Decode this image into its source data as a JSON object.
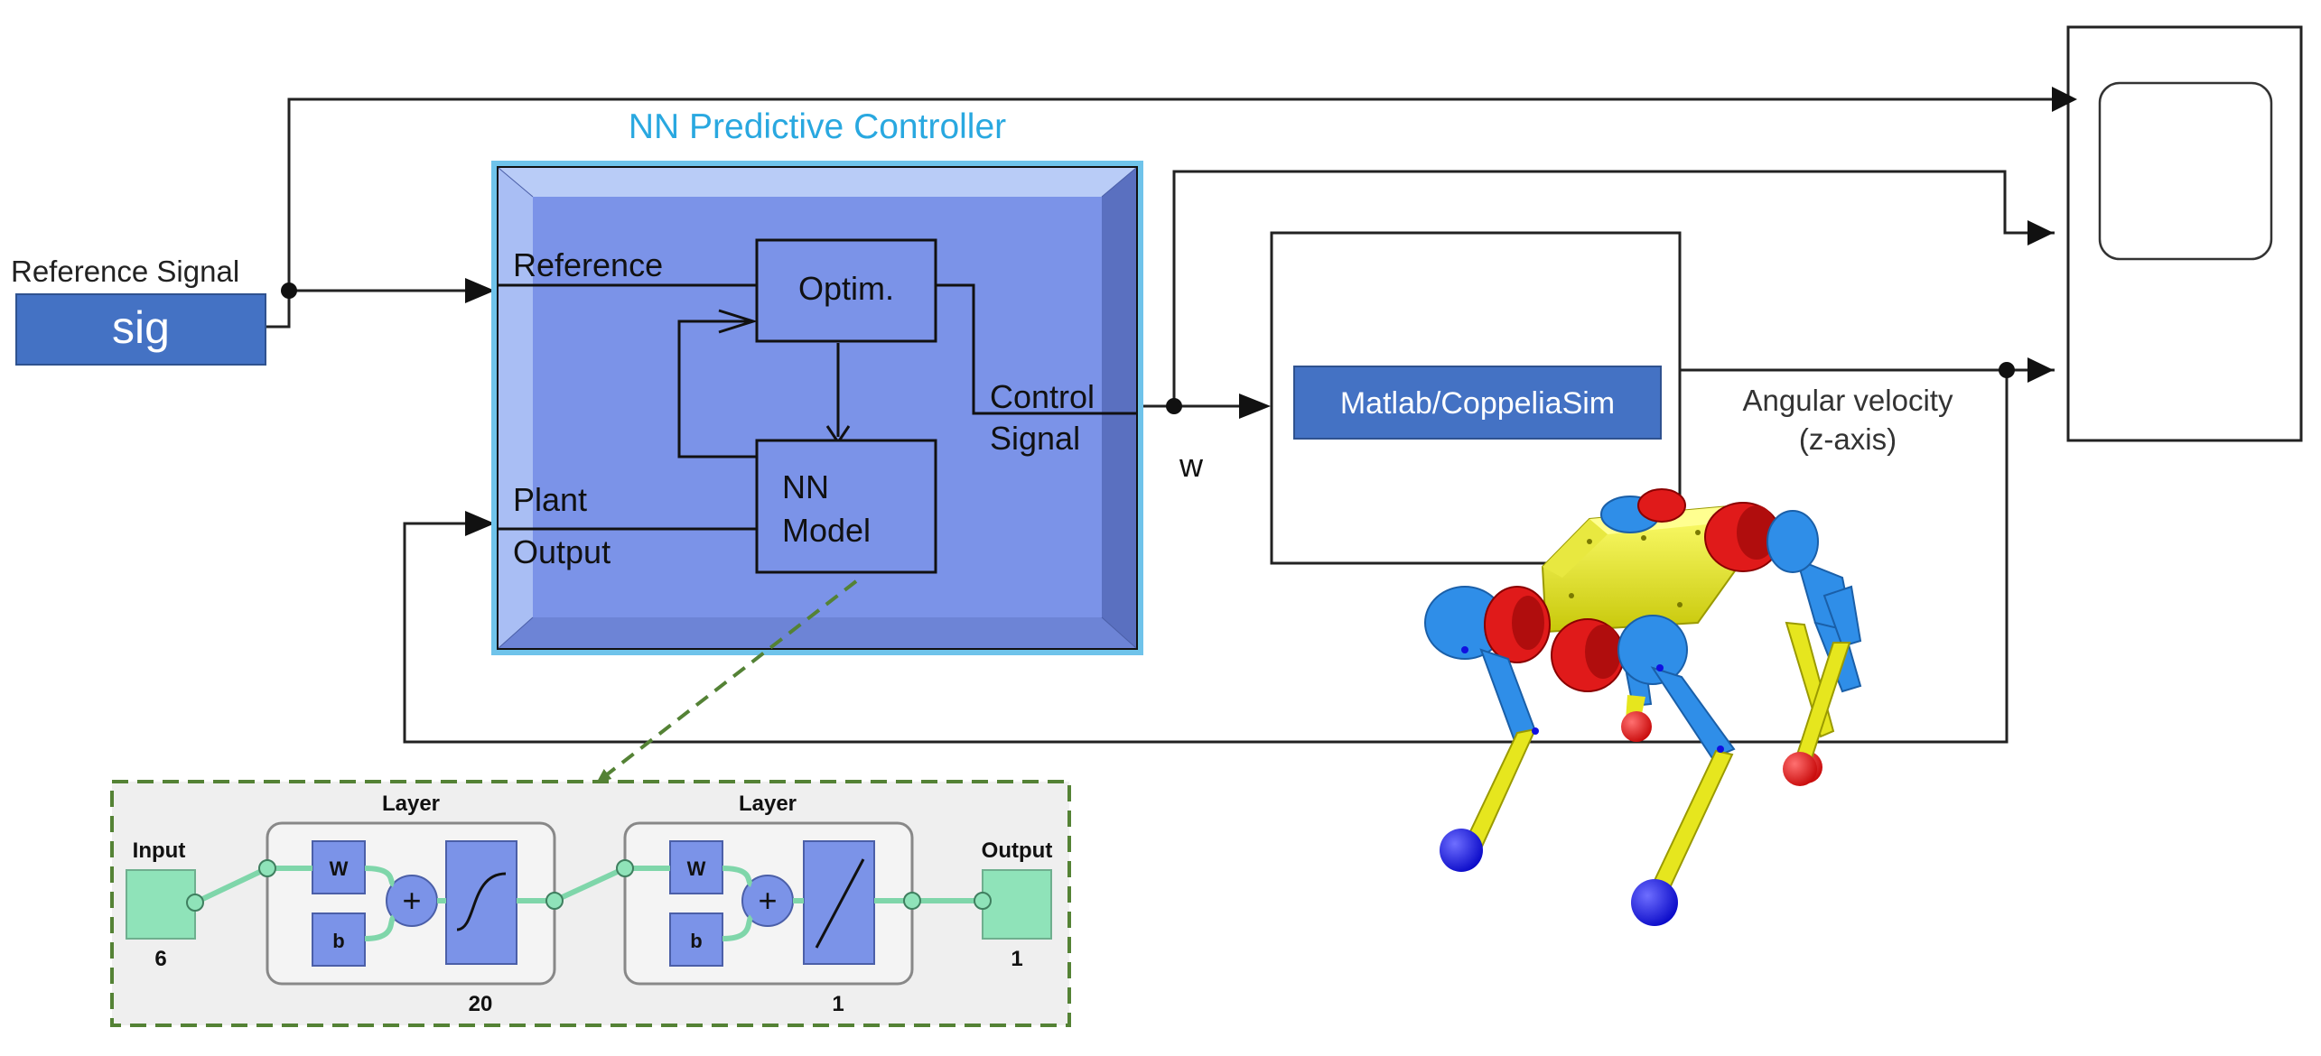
{
  "reference_block": {
    "caption": "Reference Signal",
    "label": "sig",
    "color": "#4472C4"
  },
  "controller": {
    "title": "NN Predictive Controller",
    "title_color": "#29A8E0",
    "face_color": "#7B93E8",
    "frame_color": "#9EB4F2",
    "outline_color": "#6FC3EA",
    "input_reference": "Reference",
    "input_plant_line1": "Plant",
    "input_plant_line2": "Output",
    "optim_label": "Optim.",
    "nn_model_line1": "NN",
    "nn_model_line2": "Model",
    "output_line1": "Control",
    "output_line2": "Signal"
  },
  "control_signal_symbol": "w",
  "plant_block": {
    "label": "Matlab/CoppeliaSim",
    "color": "#4472C4"
  },
  "plant_output_label_line1": "Angular velocity",
  "plant_output_label_line2": "(z-axis)",
  "nn_architecture": {
    "border_color": "#548235",
    "input_label": "Input",
    "input_size": "6",
    "hidden_layer": {
      "title": "Layer",
      "weight": "W",
      "bias": "b",
      "size": "20",
      "activation": "tansig"
    },
    "output_layer": {
      "title": "Layer",
      "weight": "W",
      "bias": "b",
      "size": "1",
      "activation": "purelin"
    },
    "output_label": "Output",
    "output_size": "1",
    "sum_symbol": "+",
    "node_color": "#8FE3B9",
    "box_color": "#7B93E8"
  },
  "robot": {
    "icon": "quadruped-robot-icon",
    "body_color": "#F2F230",
    "joint_color": "#E01A1A",
    "leg_color": "#2F8EE8",
    "foot_color": "#1010E0"
  }
}
